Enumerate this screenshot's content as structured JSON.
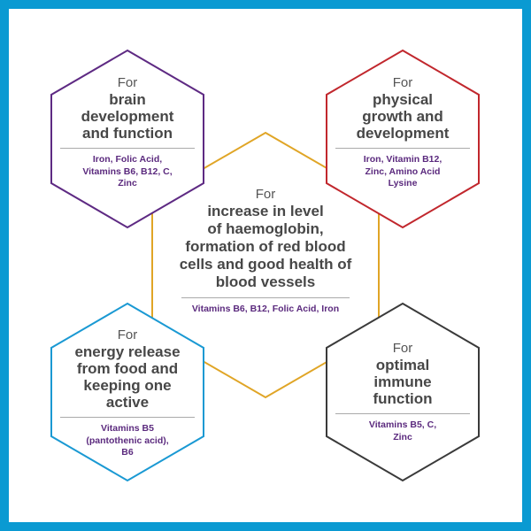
{
  "colors": {
    "border": "#0a9ad2",
    "brain": "#5e2a83",
    "growth": "#c1272d",
    "blood": "#e0a526",
    "energy": "#1a99d3",
    "immune": "#3a3a3a",
    "ingredient_text": "#5b2a7e"
  },
  "cards": {
    "brain": {
      "for": "For",
      "title": "brain\ndevelopment\nand function",
      "ingredients": "Iron, Folic Acid,\nVitamins B6, B12, C,\nZinc"
    },
    "growth": {
      "for": "For",
      "title": "physical\ngrowth and\ndevelopment",
      "ingredients": "Iron, Vitamin B12,\nZinc, Amino Acid\nLysine"
    },
    "blood": {
      "for": "For",
      "title": "increase in level\nof haemoglobin,\nformation of red blood\ncells and good health of\nblood vessels",
      "ingredients": "Vitamins B6, B12, Folic Acid, Iron"
    },
    "energy": {
      "for": "For",
      "title": "energy release\nfrom food and\nkeeping one\nactive",
      "ingredients": "Vitamins B5\n(pantothenic acid),\nB6"
    },
    "immune": {
      "for": "For",
      "title": "optimal\nimmune\nfunction",
      "ingredients": "Vitamins B5, C,\nZinc"
    }
  }
}
